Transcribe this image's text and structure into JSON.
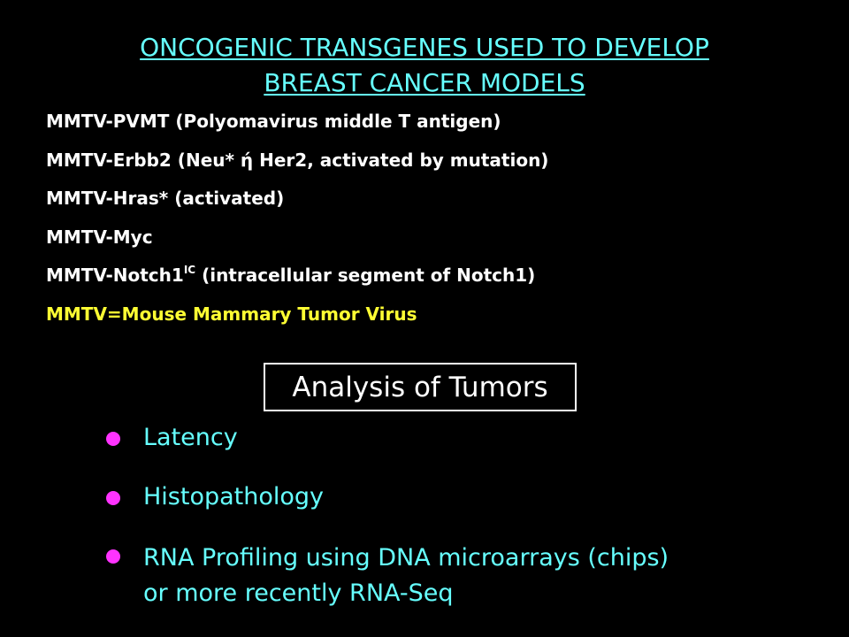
{
  "title": {
    "line1": "ONCOGENIC TRANSGENES USED TO DEVELOP",
    "line2": "BREAST CANCER MODELS"
  },
  "transgenes": [
    {
      "text": "MMTV-PVMT (Polyomavirus middle T antigen)"
    },
    {
      "text": "MMTV-Erbb2 (Neu* ή Her2, activated by mutation)"
    },
    {
      "text": "MMTV-Hras* (activated)"
    },
    {
      "text": "MMTV-Myc"
    },
    {
      "prefix": "MMTV-Notch1",
      "superscript": "IC",
      "suffix": " (intracellular segment of Notch1)"
    }
  ],
  "footnote": "MMTV=Mouse Mammary Tumor Virus",
  "analysis_heading": "Analysis of Tumors",
  "analysis_items": [
    {
      "label": "Latency"
    },
    {
      "label": "Histopathology"
    },
    {
      "line1": "RNA Profiling using DNA microarrays (chips)",
      "line2": "or more recently RNA-Seq"
    }
  ],
  "colors": {
    "background": "#000000",
    "title": "#66ffff",
    "body_text": "#ffffff",
    "footnote": "#ffff33",
    "bullet": "#ff33ff",
    "bullet_text": "#66ffff"
  }
}
